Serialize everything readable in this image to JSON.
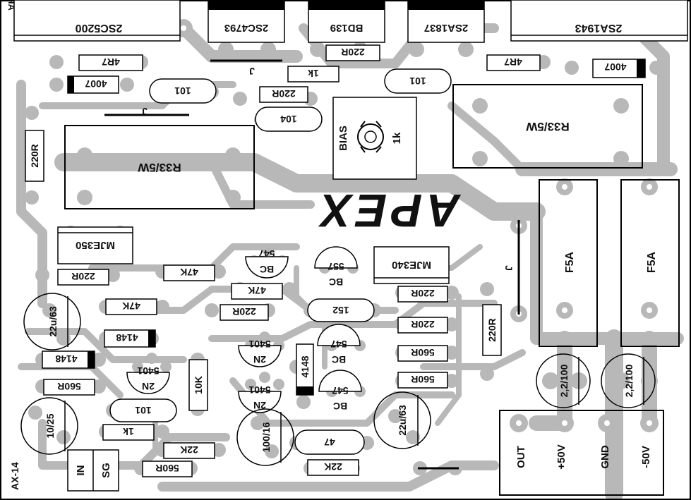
{
  "brand": {
    "logo": "APEX",
    "side_text": "APEX audio",
    "board_code": "AX-14"
  },
  "colors": {
    "copper": "#b8b8b8",
    "pad_hole": "#ffffff",
    "outline": "#000000",
    "background": "#ffffff"
  },
  "transistors": {
    "t1": "2SC5200",
    "t2": "2SC4793",
    "t3": "BD139",
    "t4": "2SA1837",
    "t5": "2SA1943",
    "t6": "MJE350",
    "t7": "MJE340"
  },
  "small_transistors": {
    "q1_top": "BC",
    "q1_bot": "547",
    "q2_top": "BC",
    "q2_bot": "557",
    "q3_top": "BC",
    "q3_bot": "547",
    "q4_top": "BC",
    "q4_bot": "547",
    "q5_top": "2N",
    "q5_bot": "5401",
    "q6_top": "2N",
    "q6_bot": "5401",
    "q7_top": "2N",
    "q7_bot": "5401"
  },
  "resistors": {
    "r_4r7_left": "4R7",
    "r_4r7_right": "4R7",
    "r_220r_top": "220R",
    "r_1k_top": "1k",
    "r_220r_mid": "220R",
    "r_220r_left_vert": "220R",
    "r_emitter_left": "R33/5W",
    "r_emitter_right": "R33/5W",
    "r_220r_a": "220R",
    "r_47k_a": "47K",
    "r_47k_b": "47K",
    "r_47k_c": "47K",
    "r_220r_b": "220R",
    "r_220r_c": "220R",
    "r_220r_d": "220R",
    "r_560r_a": "560R",
    "r_560r_b": "560R",
    "r_560r_c": "560R",
    "r_560r_d": "560R",
    "r_220r_vert": "220R",
    "r_10k": "10K",
    "r_1k_b": "1k",
    "r_22k_a": "22K",
    "r_22k_b": "22K"
  },
  "diodes": {
    "d_4007_left": "4007",
    "d_4007_right": "4007",
    "d_4148_a": "4148",
    "d_4148_b": "4148",
    "d_4148_vert": "4148"
  },
  "capacitors": {
    "c_101_a": "101",
    "c_101_b": "101",
    "c_101_c": "101",
    "c_104": "104",
    "c_152": "152",
    "c_47": "47",
    "e_22u_a": "22u/63",
    "e_22u_b": "22u/63",
    "e_10_25": "10/25",
    "e_100_16": "100/16",
    "e_2200_a": "2,2/100",
    "e_2200_b": "2,2/100"
  },
  "fuses": {
    "f1": "F5A",
    "f2": "F5A"
  },
  "trimmer": {
    "label": "BIAS",
    "value": "1k"
  },
  "jumpers": {
    "j1": "J",
    "j2": "J",
    "j3": "J"
  },
  "connectors": {
    "in": "IN",
    "sg": "SG",
    "out": "OUT",
    "pos": "+50V",
    "gnd": "GND",
    "neg": "-50V"
  }
}
